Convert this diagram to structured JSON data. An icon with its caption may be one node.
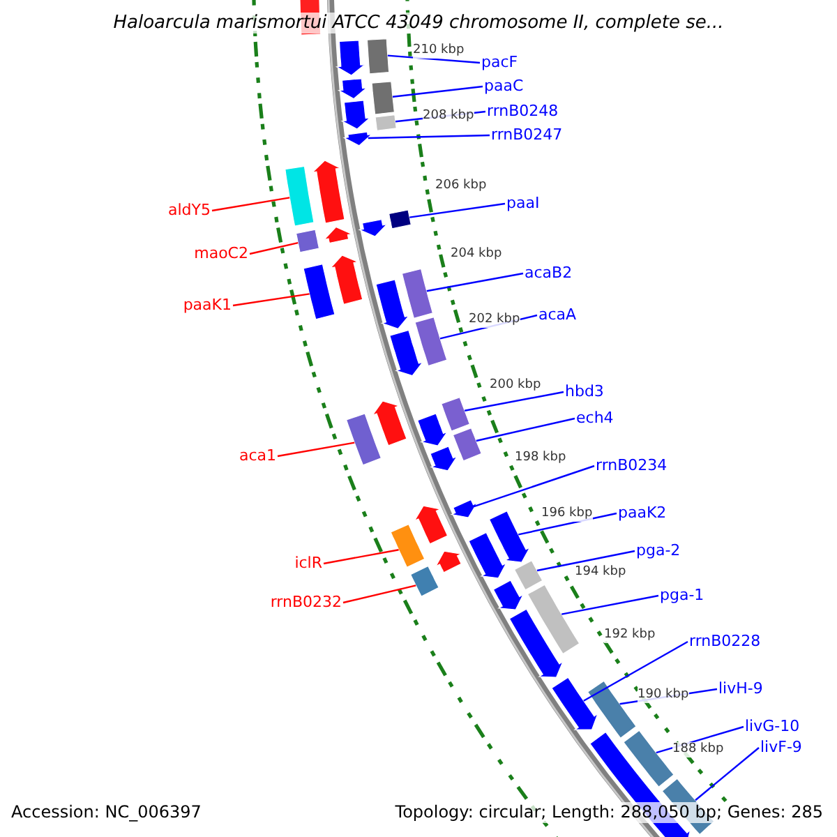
{
  "diagram": {
    "title": "Haloarcula marismortui ATCC 43049 chromosome II, complete se...",
    "nodes": [
      {
        "text": [
          "pacF"
        ]
      },
      {
        "text": [
          "paaC"
        ]
      },
      {
        "text": [
          "rrnB0248"
        ]
      },
      {
        "text": [
          "rrnB0247"
        ]
      },
      {
        "text": [
          "paaI"
        ]
      },
      {
        "text": [
          "aldY5"
        ]
      },
      {
        "text": [
          "maoC2"
        ]
      },
      {
        "text": [
          "acaB2"
        ]
      },
      {
        "text": [
          "paaK1"
        ]
      },
      {
        "text": [
          "acaA"
        ]
      },
      {
        "text": [
          "hbd3"
        ]
      },
      {
        "text": [
          "ech4"
        ]
      },
      {
        "text": [
          "aca1"
        ]
      },
      {
        "text": [
          "rrnB0234"
        ]
      },
      {
        "text": [
          "paaK2"
        ]
      },
      {
        "text": [
          "pga-2"
        ]
      },
      {
        "text": [
          "iclR"
        ]
      },
      {
        "text": [
          "rrnB0232"
        ]
      },
      {
        "text": [
          "pga-1"
        ]
      },
      {
        "text": [
          "rrnB0228"
        ]
      },
      {
        "text": [
          "livH-9"
        ]
      },
      {
        "text": [
          "livG-10"
        ]
      },
      {
        "text": [
          "livF-9"
        ]
      },
      {
        "text": [],
        "shape": "bar"
      },
      {
        "text": [],
        "shape": "arrow"
      },
      {
        "text": [],
        "shape": "bar"
      },
      {
        "text": [],
        "shape": "arrow"
      },
      {
        "text": [],
        "shape": "bar"
      },
      {
        "text": [],
        "shape": "arrow"
      },
      {
        "text": [],
        "shape": "bar"
      },
      {
        "text": [],
        "shape": "arrow"
      },
      {
        "text": [],
        "shape": "arrow"
      },
      {
        "text": [],
        "shape": "bar"
      },
      {
        "text": [],
        "shape": "arrow"
      },
      {
        "text": [],
        "shape": "bar"
      },
      {
        "text": [],
        "shape": "bar"
      },
      {
        "text": [],
        "shape": "arrow"
      },
      {
        "text": [],
        "shape": "arrow"
      },
      {
        "text": [],
        "shape": "bar"
      },
      {
        "text": [],
        "shape": "bar"
      },
      {
        "text": [],
        "shape": "arrow"
      },
      {
        "text": [],
        "shape": "bar"
      },
      {
        "text": [],
        "shape": "arrow"
      },
      {
        "text": [],
        "shape": "arrow"
      },
      {
        "text": [],
        "shape": "bar"
      },
      {
        "text": [],
        "shape": "bar"
      },
      {
        "text": [],
        "shape": "arrow"
      },
      {
        "text": [],
        "shape": "bar"
      },
      {
        "text": [],
        "shape": "arrow"
      },
      {
        "text": [],
        "shape": "arrow"
      },
      {
        "text": [],
        "shape": "bar"
      },
      {
        "text": [],
        "shape": "arrow"
      },
      {
        "text": [],
        "shape": "arrow"
      },
      {
        "text": [],
        "shape": "arrow"
      },
      {
        "text": [],
        "shape": "arrow"
      },
      {
        "text": [],
        "shape": "bar"
      },
      {
        "text": [],
        "shape": "bar"
      },
      {
        "text": [],
        "shape": "arrow"
      },
      {
        "text": [],
        "shape": "bar"
      },
      {
        "text": [],
        "shape": "arrow"
      },
      {
        "text": [],
        "shape": "arrow"
      },
      {
        "text": [],
        "shape": "bar"
      },
      {
        "text": [],
        "shape": "arrow"
      },
      {
        "text": [],
        "shape": "bar"
      },
      {
        "text": [],
        "shape": "bar"
      }
    ],
    "edges": [
      {
        "from": 0,
        "to": 25,
        "arrow": "none"
      },
      {
        "from": 1,
        "to": 27,
        "arrow": "none"
      },
      {
        "from": 2,
        "to": 29,
        "arrow": "none"
      },
      {
        "from": 3,
        "to": 30,
        "arrow": "none"
      },
      {
        "from": 4,
        "to": 35,
        "arrow": "none"
      },
      {
        "from": 5,
        "to": 32,
        "arrow": "none",
        "color": "#ff0000"
      },
      {
        "from": 6,
        "to": 34,
        "arrow": "none",
        "color": "#ff0000"
      },
      {
        "from": 7,
        "to": 39,
        "arrow": "none"
      },
      {
        "from": 8,
        "to": 38,
        "arrow": "none",
        "color": "#ff0000"
      },
      {
        "from": 9,
        "to": 41,
        "arrow": "none"
      },
      {
        "from": 10,
        "to": 45,
        "arrow": "none"
      },
      {
        "from": 11,
        "to": 47,
        "arrow": "none"
      },
      {
        "from": 12,
        "to": 44,
        "arrow": "none",
        "color": "#ff0000"
      },
      {
        "from": 13,
        "to": 51,
        "arrow": "none"
      },
      {
        "from": 14,
        "to": 52,
        "arrow": "none"
      },
      {
        "from": 15,
        "to": 56,
        "arrow": "none"
      },
      {
        "from": 16,
        "to": 50,
        "arrow": "none",
        "color": "#ff0000"
      },
      {
        "from": 17,
        "to": 55,
        "arrow": "none",
        "color": "#ff0000"
      },
      {
        "from": 18,
        "to": 58,
        "arrow": "none"
      },
      {
        "from": 19,
        "to": 60,
        "arrow": "none"
      },
      {
        "from": 20,
        "to": 61,
        "arrow": "none"
      },
      {
        "from": 21,
        "to": 63,
        "arrow": "none"
      },
      {
        "from": 22,
        "to": 64,
        "arrow": "none"
      }
    ],
    "labels": [
      "210 kbp",
      "208 kbp",
      "206 kbp",
      "204 kbp",
      "202 kbp",
      "200 kbp",
      "198 kbp",
      "196 kbp",
      "194 kbp",
      "192 kbp",
      "190 kbp",
      "188 kbp",
      "Accession: NC_006397",
      "Topology: circular; Length: 288,050 bp; Genes: 285"
    ]
  }
}
